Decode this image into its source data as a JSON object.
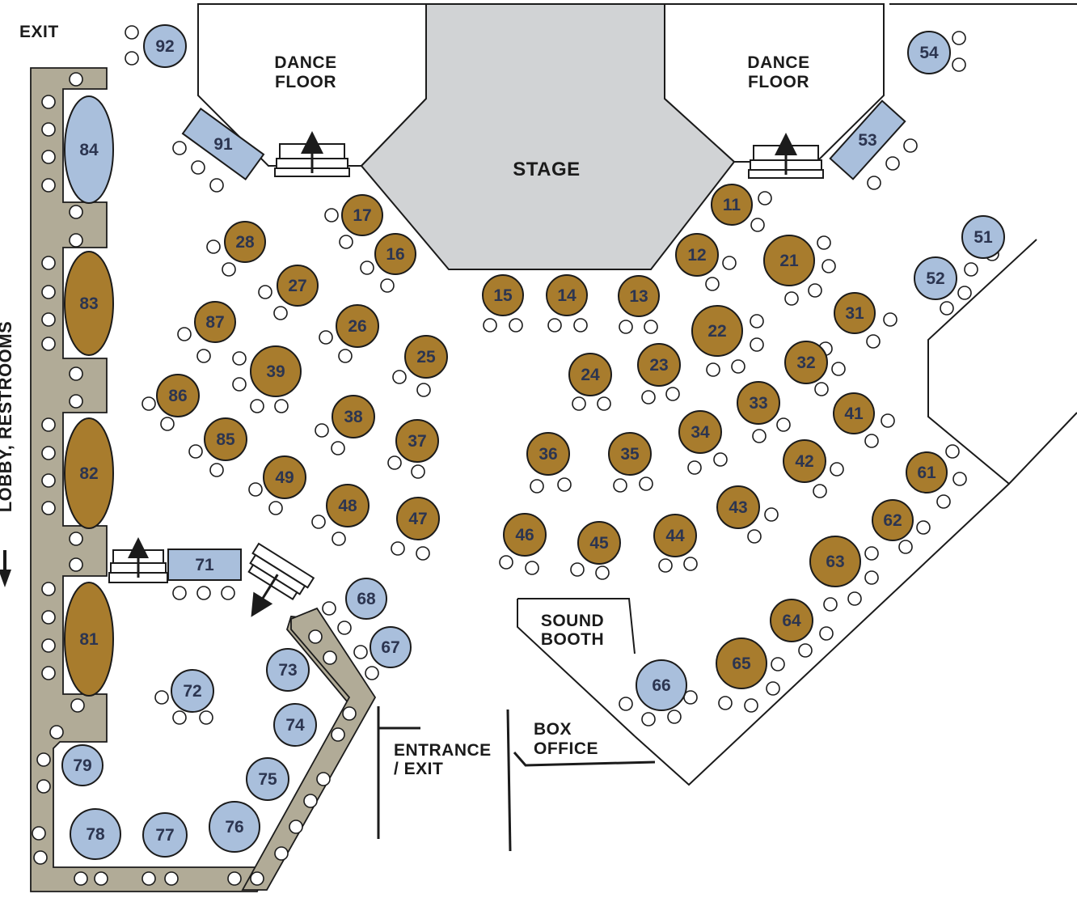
{
  "colors": {
    "reserved": "#a87c2d",
    "open": "#a9bfdc",
    "stage": "#d1d3d5",
    "bar": "#b1ab97",
    "outline": "#1b1b1b"
  },
  "labels": {
    "exit": "EXIT",
    "dance_left_1": "DANCE",
    "dance_left_2": "FLOOR",
    "dance_right_1": "DANCE",
    "dance_right_2": "FLOOR",
    "stage": "STAGE",
    "sound_1": "SOUND",
    "sound_2": "BOOTH",
    "entrance_1": "ENTRANCE",
    "entrance_2": "/ EXIT",
    "box_1": "BOX",
    "box_2": "OFFICE",
    "lobby": "LOBBY, RESTROOMS"
  },
  "icons": [
    "stairs-arrow-icon",
    "direction-arrow-icon"
  ],
  "tables": [
    {
      "id": "92",
      "status": "open"
    },
    {
      "id": "54",
      "status": "open"
    },
    {
      "id": "91",
      "status": "open"
    },
    {
      "id": "53",
      "status": "open"
    },
    {
      "id": "84",
      "status": "open"
    },
    {
      "id": "83",
      "status": "reserved"
    },
    {
      "id": "82",
      "status": "reserved"
    },
    {
      "id": "81",
      "status": "reserved"
    },
    {
      "id": "17",
      "status": "reserved"
    },
    {
      "id": "16",
      "status": "reserved"
    },
    {
      "id": "28",
      "status": "reserved"
    },
    {
      "id": "27",
      "status": "reserved"
    },
    {
      "id": "87",
      "status": "reserved"
    },
    {
      "id": "26",
      "status": "reserved"
    },
    {
      "id": "39",
      "status": "reserved"
    },
    {
      "id": "25",
      "status": "reserved"
    },
    {
      "id": "86",
      "status": "reserved"
    },
    {
      "id": "38",
      "status": "reserved"
    },
    {
      "id": "85",
      "status": "reserved"
    },
    {
      "id": "37",
      "status": "reserved"
    },
    {
      "id": "49",
      "status": "reserved"
    },
    {
      "id": "48",
      "status": "reserved"
    },
    {
      "id": "47",
      "status": "reserved"
    },
    {
      "id": "15",
      "status": "reserved"
    },
    {
      "id": "14",
      "status": "reserved"
    },
    {
      "id": "13",
      "status": "reserved"
    },
    {
      "id": "11",
      "status": "reserved"
    },
    {
      "id": "12",
      "status": "reserved"
    },
    {
      "id": "21",
      "status": "reserved"
    },
    {
      "id": "51",
      "status": "open"
    },
    {
      "id": "52",
      "status": "open"
    },
    {
      "id": "31",
      "status": "reserved"
    },
    {
      "id": "22",
      "status": "reserved"
    },
    {
      "id": "24",
      "status": "reserved"
    },
    {
      "id": "23",
      "status": "reserved"
    },
    {
      "id": "32",
      "status": "reserved"
    },
    {
      "id": "33",
      "status": "reserved"
    },
    {
      "id": "41",
      "status": "reserved"
    },
    {
      "id": "34",
      "status": "reserved"
    },
    {
      "id": "36",
      "status": "reserved"
    },
    {
      "id": "35",
      "status": "reserved"
    },
    {
      "id": "42",
      "status": "reserved"
    },
    {
      "id": "61",
      "status": "reserved"
    },
    {
      "id": "43",
      "status": "reserved"
    },
    {
      "id": "62",
      "status": "reserved"
    },
    {
      "id": "46",
      "status": "reserved"
    },
    {
      "id": "45",
      "status": "reserved"
    },
    {
      "id": "44",
      "status": "reserved"
    },
    {
      "id": "63",
      "status": "reserved"
    },
    {
      "id": "64",
      "status": "reserved"
    },
    {
      "id": "65",
      "status": "reserved"
    },
    {
      "id": "66",
      "status": "open"
    },
    {
      "id": "71",
      "status": "open"
    },
    {
      "id": "68",
      "status": "open"
    },
    {
      "id": "67",
      "status": "open"
    },
    {
      "id": "73",
      "status": "open"
    },
    {
      "id": "72",
      "status": "open"
    },
    {
      "id": "74",
      "status": "open"
    },
    {
      "id": "75",
      "status": "open"
    },
    {
      "id": "79",
      "status": "open"
    },
    {
      "id": "78",
      "status": "open"
    },
    {
      "id": "77",
      "status": "open"
    },
    {
      "id": "76",
      "status": "open"
    }
  ]
}
